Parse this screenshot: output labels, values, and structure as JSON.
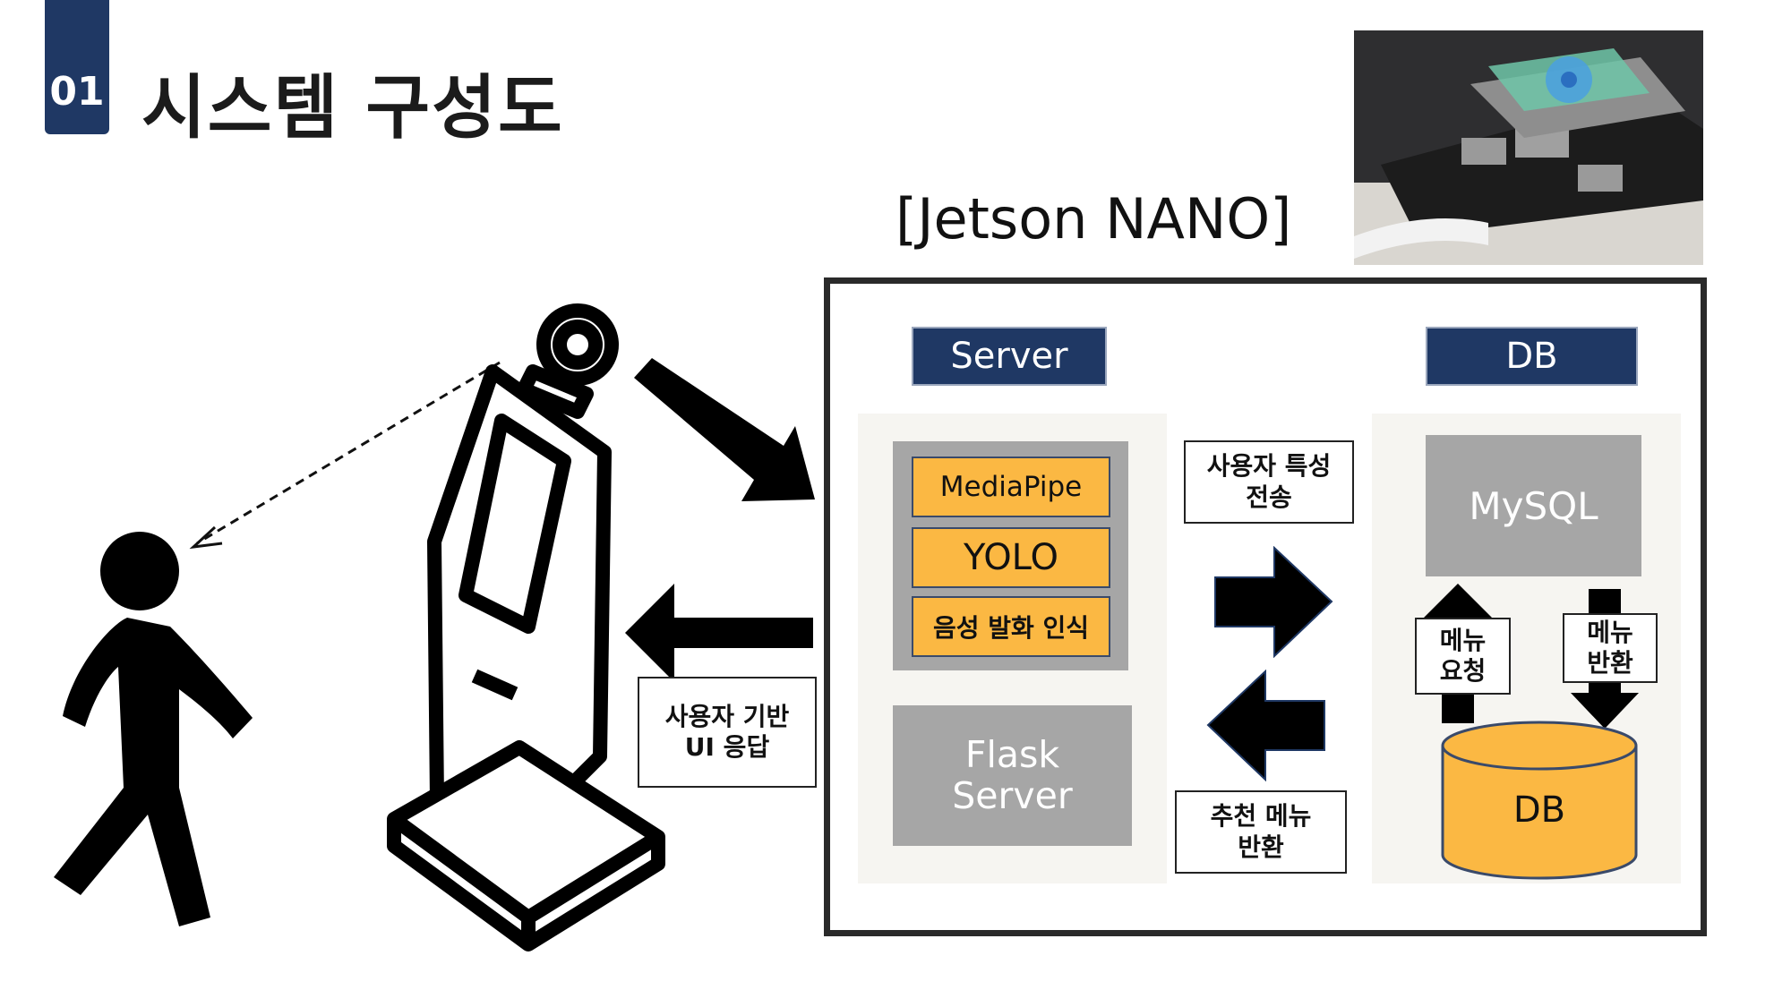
{
  "header": {
    "section_number": "01",
    "title": "시스템 구성도"
  },
  "device": {
    "label": "[Jetson NANO]"
  },
  "server": {
    "header": "Server",
    "modules": [
      "MediaPipe",
      "YOLO",
      "음성 발화 인식"
    ],
    "flask_label": "Flask\nServer"
  },
  "db": {
    "header": "DB",
    "mysql_label": "MySQL",
    "cylinder_label": "DB",
    "menu_request_label": "메뉴\n요청",
    "menu_return_label": "메뉴\n반환"
  },
  "flows": {
    "user_feature_label": "사용자 특성\n전송",
    "recommend_label": "추천 메뉴\n반환",
    "ui_response_label": "사용자 기반\nUI 응답"
  },
  "colors": {
    "navy": "#1f3864",
    "orange": "#fbb843",
    "gray": "#a6a6a6",
    "panel": "#f6f5f1"
  }
}
